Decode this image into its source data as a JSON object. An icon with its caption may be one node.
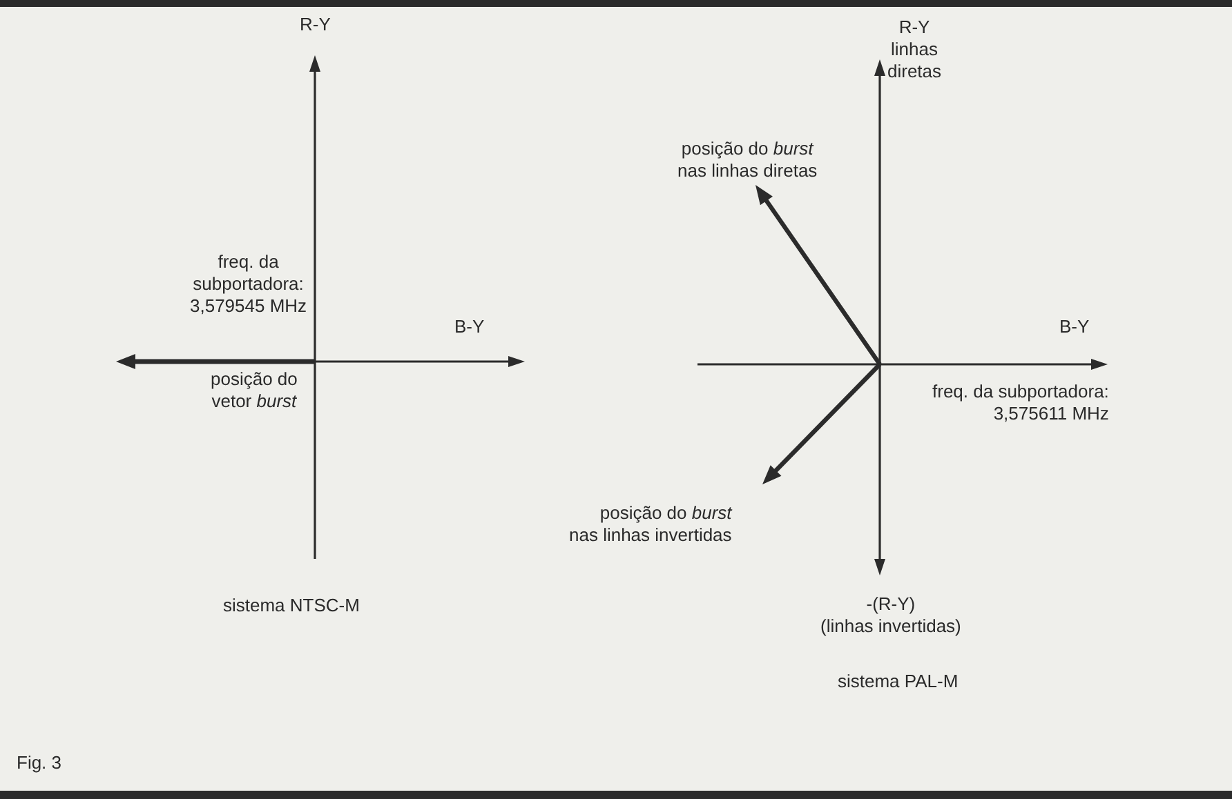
{
  "diagram": {
    "caption": "Fig. 3",
    "labels": [
      "R-Y",
      "freq. da subportadora: 3,579545 MHz",
      "B-Y",
      "posição do vetor *burst*",
      "sistema NTSC-M",
      "R-Y linhas diretas",
      "posição do *burst* nas linhas diretas",
      "B-Y",
      "freq. da subportadora: 3,575611 MHz",
      "posição do *burst* nas linhas invertidas",
      "-(R-Y) (linhas invertidas)",
      "sistema PAL-M"
    ]
  }
}
